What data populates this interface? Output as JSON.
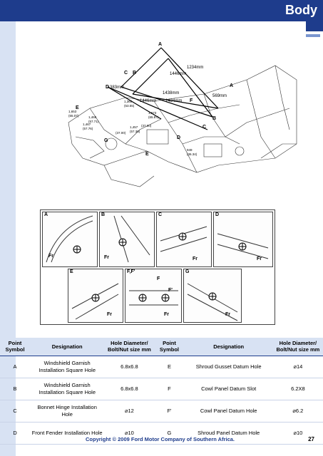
{
  "header": {
    "title": "Body"
  },
  "main_figure": {
    "points": [
      "A",
      "A",
      "B",
      "B",
      "C",
      "C",
      "D",
      "D",
      "E",
      "E",
      "F",
      "G"
    ],
    "dimensions": [
      "1234mm",
      "1446mm",
      "383mm",
      "1438mm",
      "1446mm",
      "1434mm",
      "569mm"
    ],
    "small_values": [
      "1,360",
      "(53.55)",
      "1,673",
      "(65.87)",
      "1,466",
      "(57.71)",
      "1,467",
      "(57.76)",
      "1,457",
      "(57.36)",
      "949",
      "(36.34)",
      "(37.00)",
      "1,653",
      "(65.07)",
      "(37.00)"
    ]
  },
  "detail_panels": [
    {
      "label": "A",
      "fr": "Fr"
    },
    {
      "label": "B",
      "fr": "Fr"
    },
    {
      "label": "C",
      "fr": "Fr"
    },
    {
      "label": "D",
      "fr": "Fr"
    },
    {
      "label": "E",
      "fr": "Fr"
    },
    {
      "label": "F,F'",
      "fr": "Fr"
    },
    {
      "label": "G",
      "fr": "Fr"
    }
  ],
  "detail_callouts": {
    "F": "F",
    "F_prime": "F'"
  },
  "table": {
    "headers": [
      "Point Symbol",
      "Designation",
      "Hole Diameter/ Bolt/Nut size mm",
      "Point Symbol",
      "Designation",
      "Hole Diameter/ Bolt/Nut size mm"
    ],
    "rows": [
      [
        "A",
        "Windshield Garnish Installation Square Hole",
        "6.8x6.8",
        "E",
        "Shroud Gusset Datum Hole",
        "⌀14"
      ],
      [
        "B",
        "Windshield Garnish Installation Square Hole",
        "6.8x6.8",
        "F",
        "Cowl Panel Datum Slot",
        "6.2X8"
      ],
      [
        "C",
        "Bonnet Hinge Installation Hole",
        "⌀12",
        "F'",
        "Cowl Panel Datum Hole",
        "⌀6.2"
      ],
      [
        "D",
        "Front Fender Installation Hole",
        "⌀10",
        "G",
        "Shroud Panel Datum Hole",
        "⌀10"
      ]
    ]
  },
  "footer": {
    "copyright": "Copyright © 2009 Ford Motor Company of Southern Africa.",
    "page_number": "27"
  }
}
